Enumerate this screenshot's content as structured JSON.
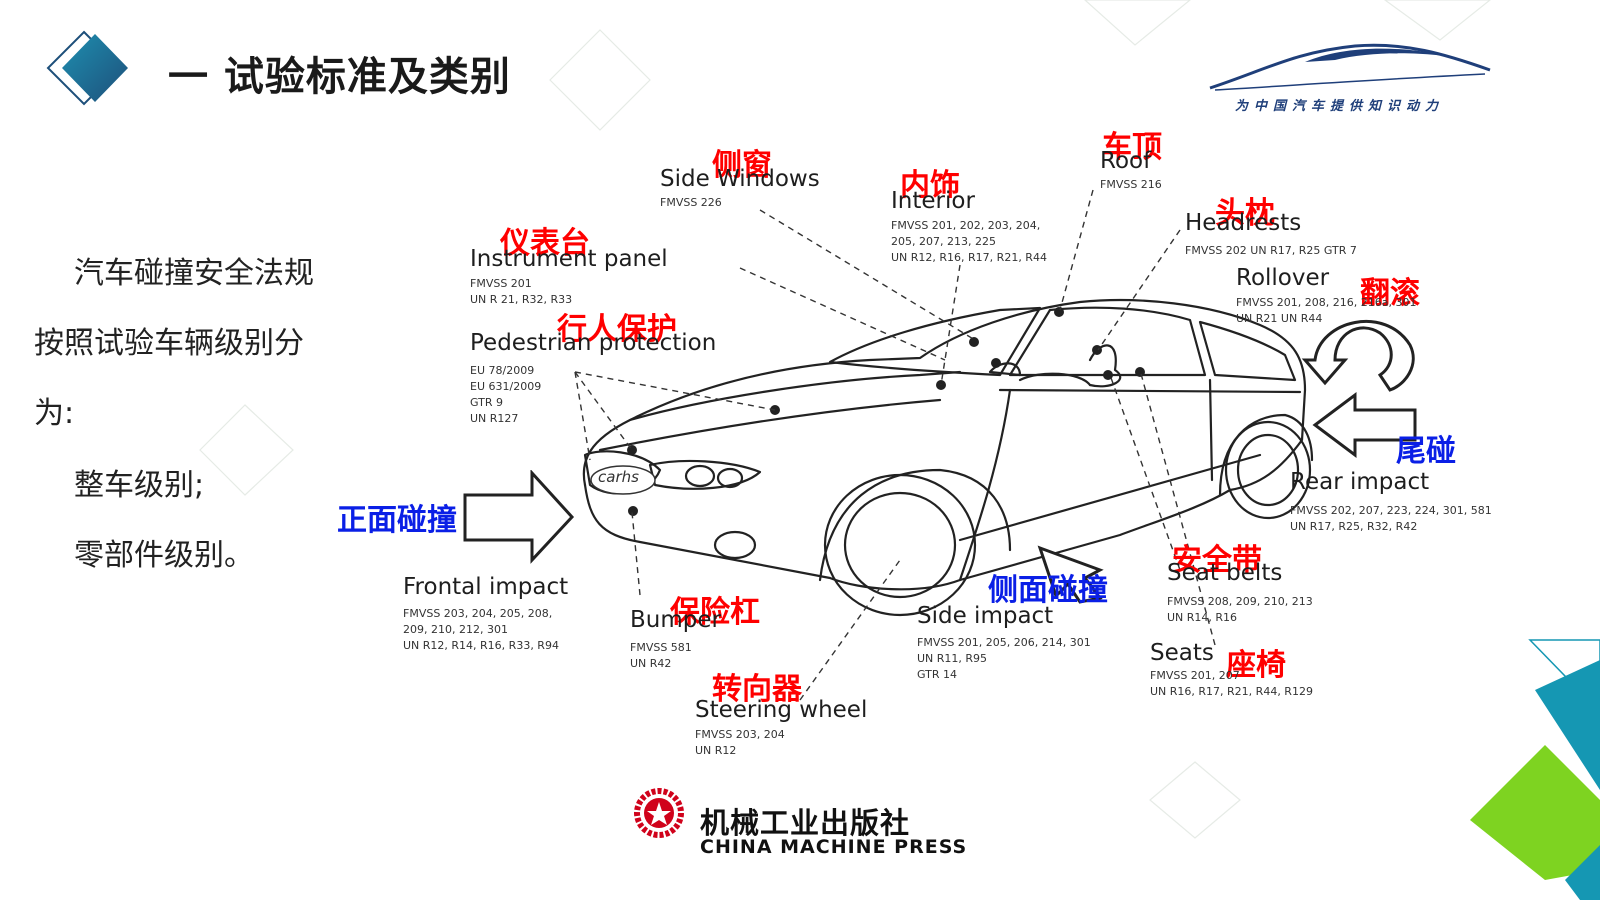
{
  "header": {
    "title": "一  试验标准及类别",
    "brand_slogan": "为中国汽车提供知识动力"
  },
  "body": {
    "lines": [
      "汽车碰撞安全法规",
      "按照试验车辆级别分",
      "为:",
      "整车级别;",
      "零部件级别。"
    ]
  },
  "diagram": {
    "side_windows": {
      "cn": "侧窗",
      "en": "Side Windows",
      "std": [
        "FMVSS 226"
      ]
    },
    "interior": {
      "cn": "内饰",
      "en": "Interior",
      "std": [
        "FMVSS 201, 202, 203, 204,",
        "205, 207, 213, 225",
        "UN R12, R16, R17, R21, R44"
      ]
    },
    "roof": {
      "cn": "车顶",
      "en": "Roof",
      "std": [
        "FMVSS 216"
      ]
    },
    "headrests": {
      "cn": "头枕",
      "en": "Headrests",
      "std": [
        "FMVSS 202   UN R17, R25    GTR 7"
      ]
    },
    "instrument_panel": {
      "cn": "仪表台",
      "en": "Instrument panel",
      "std": [
        "FMVSS 201",
        "UN R 21, R32, R33"
      ]
    },
    "rollover": {
      "cn": "翻滚",
      "en": "Rollover",
      "std": [
        "FMVSS 201, 208, 216, 216a, 301",
        "UN R21                         UN R44"
      ]
    },
    "pedestrian": {
      "cn": "行人保护",
      "en": "Pedestrian protection",
      "std": [
        "EU 78/2009",
        "EU 631/2009",
        "GTR 9",
        "UN R127"
      ]
    },
    "rear_impact": {
      "cn": "尾碰",
      "en": "Rear impact",
      "std": [
        "FMVSS 202, 207, 223, 224, 301, 581",
        "UN R17, R25, R32, R42"
      ]
    },
    "frontal_impact": {
      "cn": "正面碰撞",
      "en": "Frontal impact",
      "std": [
        "FMVSS 203, 204, 205, 208,",
        "209, 210, 212, 301",
        "UN R12, R14, R16, R33, R94"
      ]
    },
    "bumper": {
      "cn": "保险杠",
      "en": "Bumper",
      "std": [
        "FMVSS 581",
        "UN R42"
      ]
    },
    "side_impact": {
      "cn": "侧面碰撞",
      "en": "Side impact",
      "std": [
        "FMVSS 201, 205, 206, 214, 301",
        "UN R11, R95",
        "GTR 14"
      ]
    },
    "seat_belts": {
      "cn": "安全带",
      "en": "Seat belts",
      "std": [
        "FMVSS 208, 209, 210, 213",
        "UN R14, R16"
      ]
    },
    "seats": {
      "cn": "座椅",
      "en": "Seats",
      "std": [
        "FMVSS 201, 207",
        "UN R16, R17, R21, R44, R129"
      ]
    },
    "steering_wheel": {
      "cn": "转向器",
      "en": "Steering wheel",
      "std": [
        "FMVSS 203, 204",
        "UN R12"
      ]
    },
    "car_badge": "carhs"
  },
  "footer": {
    "press_cn": "机械工业出版社",
    "press_en": "CHINA MACHINE PRESS"
  },
  "colors": {
    "accent_red": "#ff0000",
    "accent_blue": "#0a1fe6",
    "teal": "#1597b3",
    "navy": "#1f3f7a",
    "green": "#7ed321"
  },
  "icons": [
    "diamond-logo-icon",
    "car-swoosh-logo-icon",
    "press-emblem-icon",
    "rollover-arrow-icon",
    "rear-impact-arrow-icon",
    "frontal-impact-arrow-icon",
    "side-impact-arrow-icon"
  ]
}
